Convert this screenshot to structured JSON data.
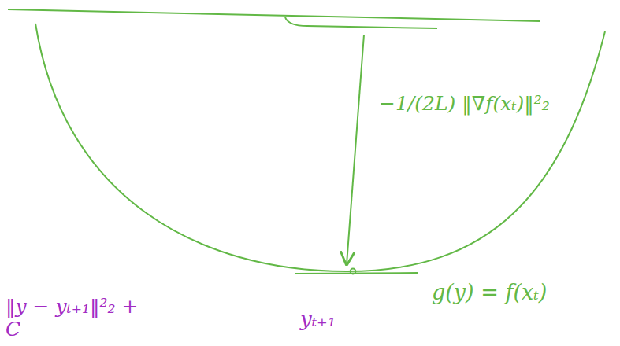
{
  "diagram": {
    "labels": [
      "−1/(2L) ‖∇f(xₜ)‖²₂",
      "‖y − yₜ₊₁‖²₂ + C",
      "yₜ₊₁",
      "g(y) = f(xₜ)"
    ]
  }
}
